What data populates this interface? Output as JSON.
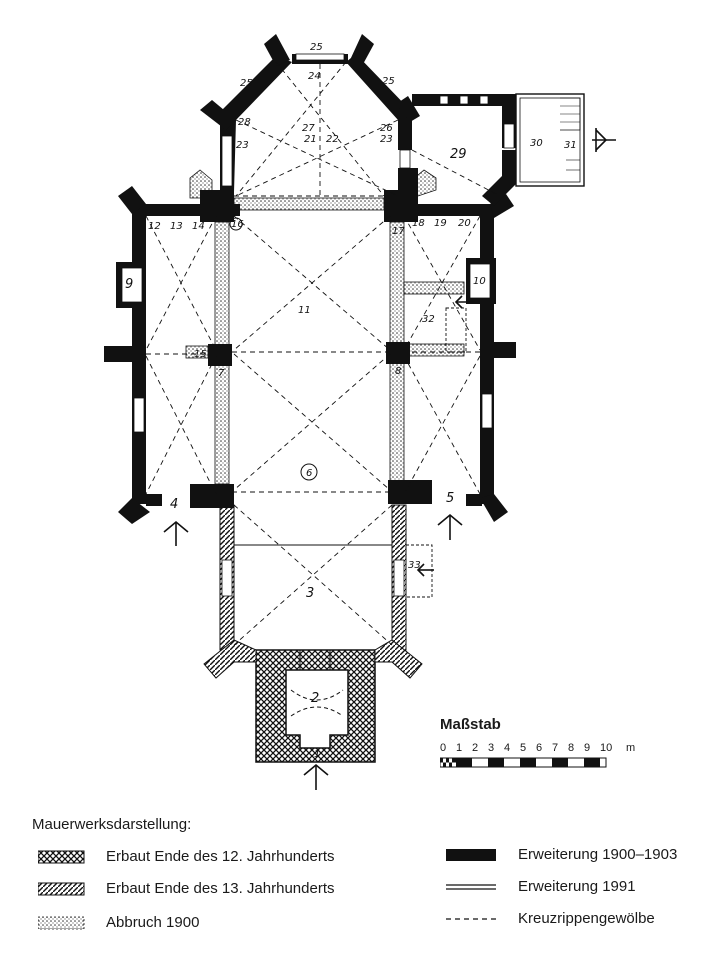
{
  "rooms": {
    "r1": "1",
    "r2": "2",
    "r3": "3",
    "r4": "4",
    "r5": "5",
    "r6": "6",
    "r7": "7",
    "r8": "8",
    "r9": "9",
    "r10": "10",
    "r11": "11",
    "r12": "12",
    "r13": "13",
    "r14": "14",
    "r15": "15",
    "r16": "16",
    "r17": "17",
    "r18": "18",
    "r19": "19",
    "r20": "20",
    "r21": "21",
    "r22": "22",
    "r23": "23",
    "r24": "24",
    "r25": "25",
    "r26": "26",
    "r27": "27",
    "r28": "28",
    "r29": "29",
    "r30": "30",
    "r31": "31",
    "r32": "32",
    "r33": "33"
  },
  "scale": {
    "title": "Maßstab",
    "ticks": [
      "0",
      "1",
      "2",
      "3",
      "4",
      "5",
      "6",
      "7",
      "8",
      "9",
      "10"
    ],
    "unit": "m"
  },
  "legend": {
    "title": "Mauerwerksdarstellung:",
    "items": [
      {
        "label": "Erbaut Ende des 12. Jahrhunderts"
      },
      {
        "label": "Erbaut Ende des 13. Jahrhunderts"
      },
      {
        "label": "Abbruch 1900"
      },
      {
        "label": "Erweiterung 1900–1903"
      },
      {
        "label": "Erweiterung 1991"
      },
      {
        "label": "Kreuzrippengewölbe"
      }
    ]
  },
  "colors": {
    "wall_black": "#111111",
    "background": "#ffffff"
  }
}
